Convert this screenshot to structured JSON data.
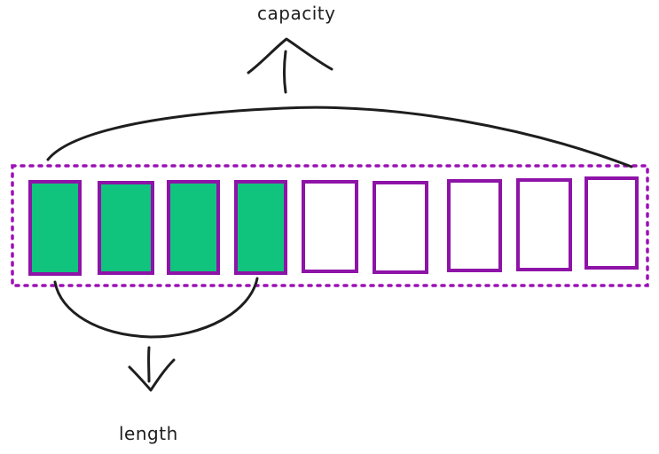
{
  "labels": {
    "capacity": "capacity",
    "length": "length"
  },
  "array": {
    "cell_count": 9,
    "filled_count": 4
  },
  "colors": {
    "filled_cell": "#10c47e",
    "cell_border": "#8e13a7",
    "container_border": "#9c10b5",
    "stroke": "#1e1e1e",
    "background": "#ffffff"
  }
}
